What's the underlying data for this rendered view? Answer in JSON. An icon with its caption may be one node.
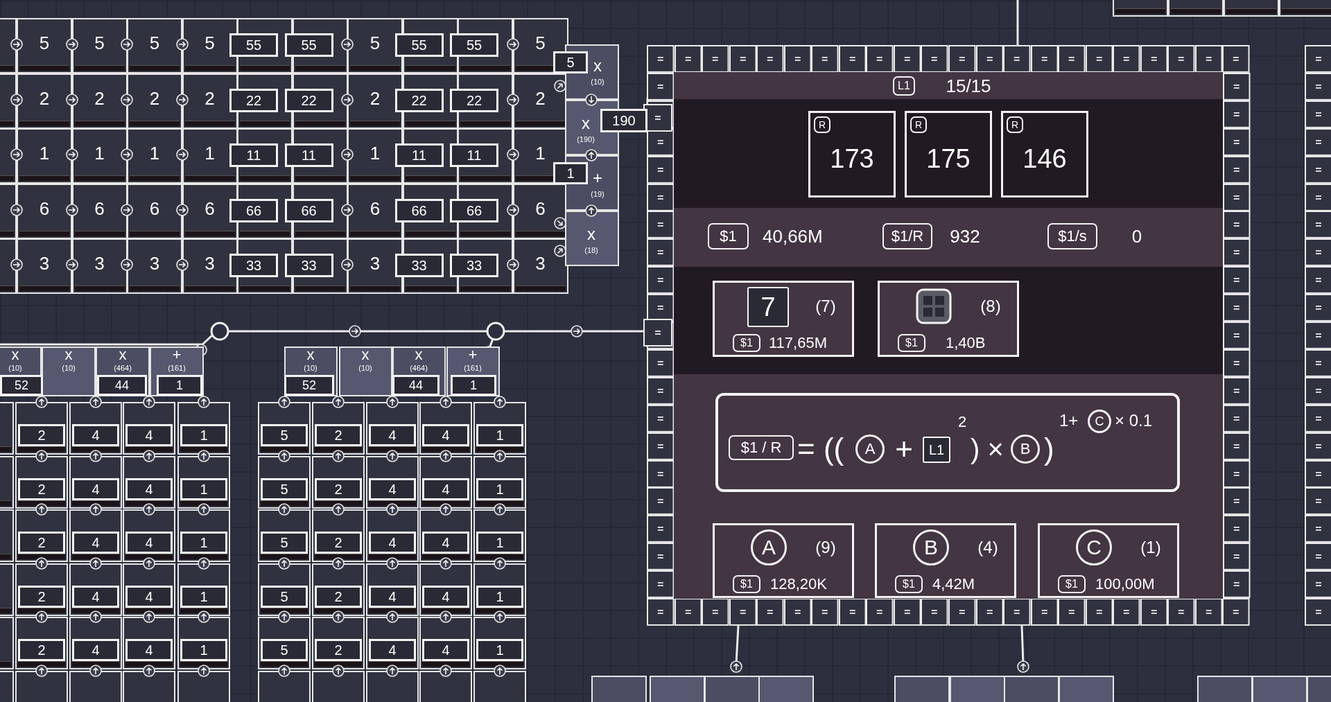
{
  "diagram": {
    "nodes": [
      {
        "text": [
          "L1",
          "15/15",
          "$1",
          "40,66M",
          "$1/R",
          "932",
          "$1/s",
          "0"
        ]
      },
      {
        "text": [
          "R",
          "173"
        ],
        "in": 0
      },
      {
        "text": [
          "R",
          "175"
        ],
        "in": 0
      },
      {
        "text": [
          "R",
          "146"
        ],
        "in": 0
      },
      {
        "text": [
          "7",
          "(7)",
          "$1",
          "117,65M"
        ],
        "in": 0
      },
      {
        "text": [
          "(8)",
          "$1",
          "1,40B"
        ],
        "in": 0
      },
      {
        "text": [
          "$1 / R",
          "= ((",
          "A",
          "+",
          "L1",
          "2",
          ") ×",
          "B",
          ")",
          "1+",
          "C",
          "× 0.1"
        ],
        "in": 0
      },
      {
        "text": [
          "A",
          "(9)",
          "$1",
          "128,20K"
        ],
        "in": 0
      },
      {
        "text": [
          "B",
          "(4)",
          "$1",
          "4,42M"
        ],
        "in": 0
      },
      {
        "text": [
          "C",
          "(1)",
          "$1",
          "100,00M"
        ],
        "in": 0
      }
    ],
    "labels": [
      "5",
      "5",
      "5",
      "5",
      "55",
      "55",
      "5",
      "55",
      "55",
      "5",
      "2",
      "2",
      "2",
      "2",
      "22",
      "22",
      "2",
      "22",
      "22",
      "2",
      "1",
      "1",
      "1",
      "1",
      "11",
      "11",
      "1",
      "11",
      "11",
      "1",
      "6",
      "6",
      "6",
      "6",
      "66",
      "66",
      "6",
      "66",
      "66",
      "6",
      "3",
      "3",
      "3",
      "3",
      "33",
      "33",
      "3",
      "33",
      "33",
      "3",
      "5",
      "x",
      "(10)",
      "x",
      "190",
      "(190)",
      "1",
      "+",
      "(19)",
      "x",
      "(18)",
      "x",
      "(10)",
      "52",
      "x",
      "(10)",
      "x",
      "(464)",
      "44",
      "+",
      "(161)",
      "1",
      "x",
      "(10)",
      "52",
      "x",
      "(10)",
      "x",
      "(464)",
      "44",
      "+",
      "(161)",
      "1",
      "2",
      "4",
      "4",
      "1",
      "2",
      "4",
      "4",
      "1",
      "2",
      "4",
      "4",
      "1",
      "2",
      "4",
      "4",
      "1",
      "2",
      "4",
      "4",
      "1",
      "5",
      "2",
      "4",
      "4",
      "1",
      "5",
      "2",
      "4",
      "4",
      "1",
      "5",
      "2",
      "4",
      "4",
      "1",
      "5",
      "2",
      "4",
      "4",
      "1",
      "5",
      "2",
      "4",
      "4",
      "1"
    ]
  }
}
